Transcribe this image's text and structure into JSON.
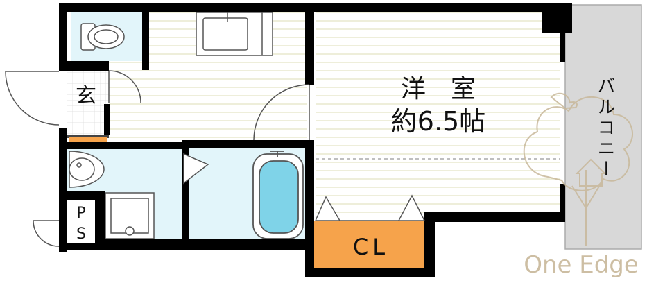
{
  "rooms": {
    "western": {
      "name": "洋　室",
      "size": "約6.5帖"
    },
    "entrance": {
      "label": "玄"
    },
    "closet": {
      "label": "CL"
    },
    "pipe_space": {
      "line1": "P",
      "line2": "S"
    },
    "balcony": {
      "label": "バルコニー"
    }
  },
  "watermark": {
    "text": "One Edge"
  },
  "colors": {
    "wall": "#000000",
    "floor_stripe": "#e4e3c2",
    "wet_area": "#e2f5fa",
    "bathtub": "#7fd3e8",
    "closet": "#f6a34b",
    "entrance_mat": "#f6a34b",
    "balcony": "#d8d8d8",
    "watermark": "#c8b89a"
  }
}
